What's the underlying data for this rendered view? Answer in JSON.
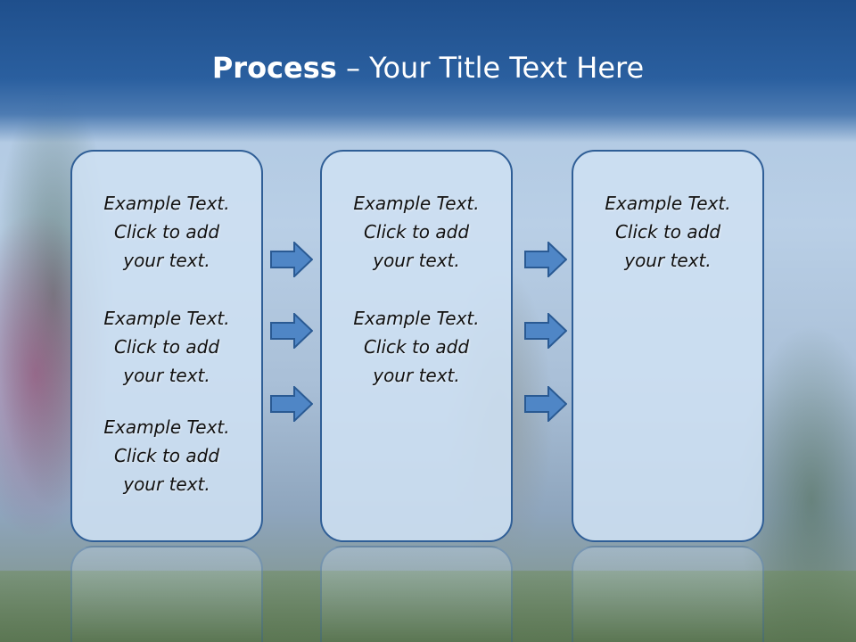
{
  "title": {
    "bold": "Process",
    "rest": " – Your Title Text Here"
  },
  "colors": {
    "header": "#2a5f9f",
    "panel_fill": "#cee0f3",
    "panel_border": "#2f5e96",
    "arrow_fill": "#4f86c6",
    "arrow_border": "#2a5a93"
  },
  "icons": {
    "arrow": "right-arrow-icon"
  },
  "panels": [
    {
      "blocks": [
        {
          "line1": "Example Text.",
          "line2": "Click  to add",
          "line3": "your text."
        },
        {
          "line1": "Example Text.",
          "line2": "Click  to add",
          "line3": "your text."
        },
        {
          "line1": "Example Text.",
          "line2": "Click  to add",
          "line3": "your text."
        }
      ]
    },
    {
      "blocks": [
        {
          "line1": "Example Text.",
          "line2": "Click  to add",
          "line3": "your text."
        },
        {
          "line1": "Example Text.",
          "line2": "Click  to add",
          "line3": "your text."
        }
      ]
    },
    {
      "blocks": [
        {
          "line1": "Example Text.",
          "line2": "Click  to add",
          "line3": "your text."
        }
      ]
    }
  ]
}
